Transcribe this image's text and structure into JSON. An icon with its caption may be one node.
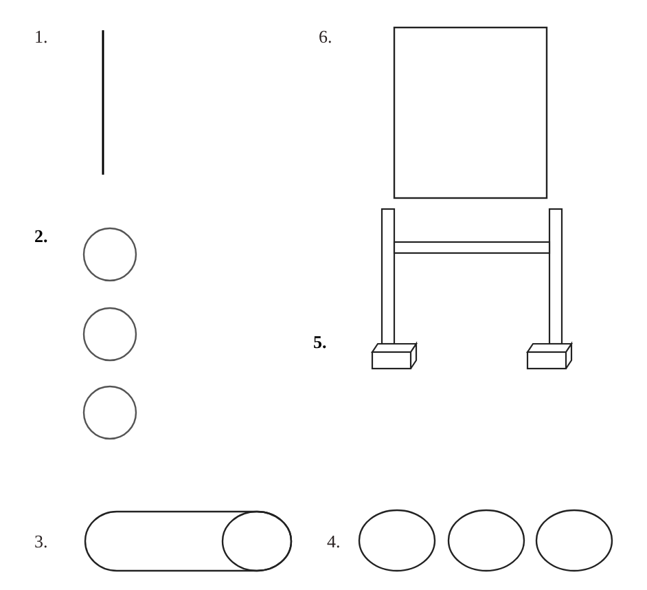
{
  "diagram": {
    "labels": [
      "1.",
      "6.",
      "2.",
      "5.",
      "3.",
      "4."
    ]
  }
}
